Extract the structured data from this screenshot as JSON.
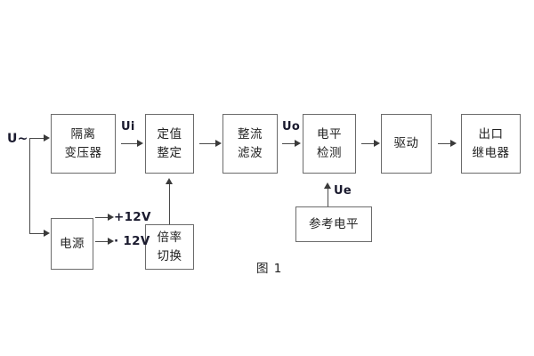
{
  "figure": {
    "caption": "图 1",
    "input_label": "U~",
    "background_color": "#ffffff",
    "box_border_color": "#6b6b6b",
    "line_color": "#4a4a4a",
    "text_color": "#222222"
  },
  "blocks": {
    "isolation_transformer": {
      "line1": "隔离",
      "line2": "变压器"
    },
    "setting_value": {
      "line1": "定值",
      "line2": "整定"
    },
    "rectify_filter": {
      "line1": "整流",
      "line2": "滤波"
    },
    "level_detect": {
      "line1": "电平",
      "line2": "检测"
    },
    "drive": {
      "line1": "驱动"
    },
    "output_relay": {
      "line1": "出口",
      "line2": "继电器"
    },
    "power_supply": {
      "line1": "电源"
    },
    "multiplier_switch": {
      "line1": "倍率",
      "line2": "切换"
    },
    "reference_level": {
      "line1": "参考电平"
    }
  },
  "signals": {
    "ui": "Ui",
    "uo": "Uo",
    "ue": "Ue",
    "positive_12v": "+12V",
    "negative_12v": "· 12V"
  }
}
